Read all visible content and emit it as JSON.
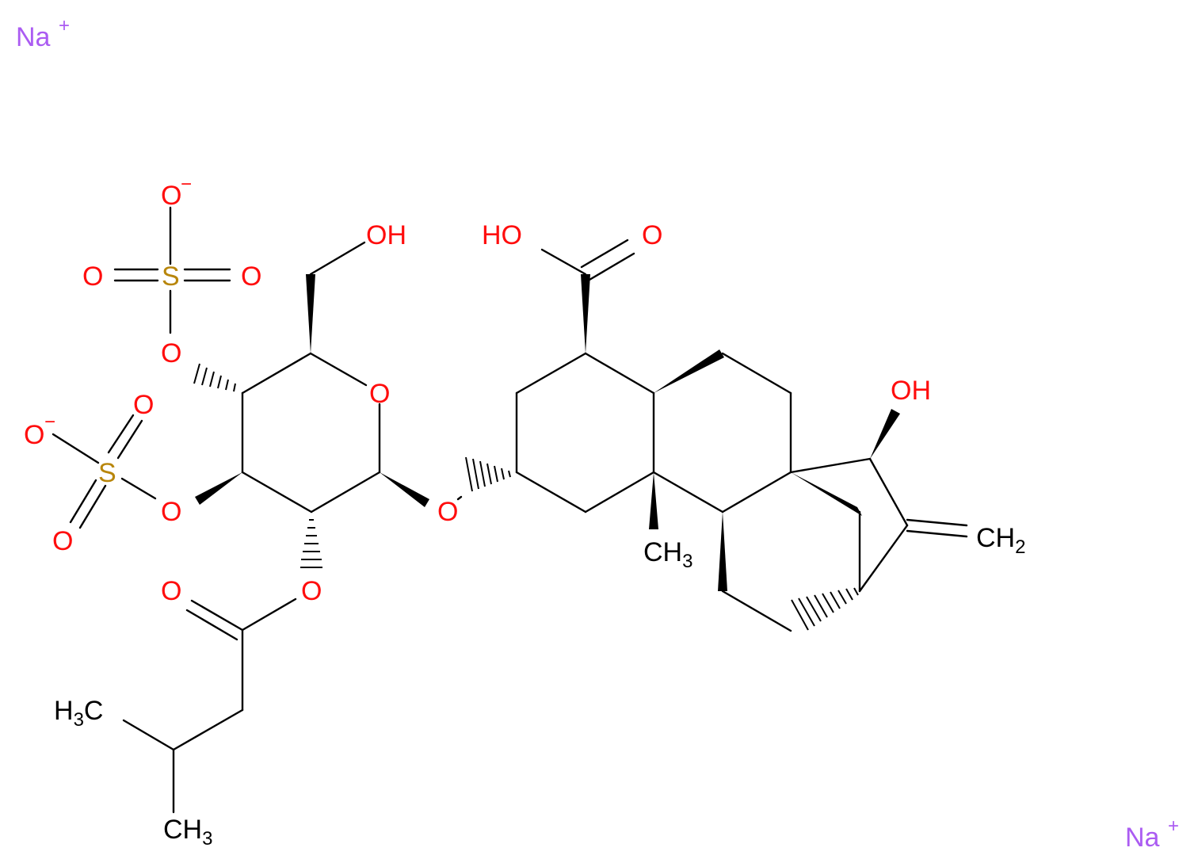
{
  "colors": {
    "oxygen": "#ff0d0d",
    "sulfur": "#b8860b",
    "sodium": "#ab5cf2",
    "carbon": "#000000"
  },
  "ions": {
    "na_top": {
      "symbol": "Na",
      "charge": "+"
    },
    "na_bottom": {
      "symbol": "Na",
      "charge": "+"
    }
  },
  "atoms": {
    "sulfate1_o_minus": {
      "symbol": "O",
      "charge": "−"
    },
    "sulfate1_o_left": "O",
    "sulfate1_s": "S",
    "sulfate1_o_right": "O",
    "sulfate1_o_bridge": "O",
    "sulfate2_o_minus": {
      "symbol": "O",
      "charge": "−"
    },
    "sulfate2_o_top": "O",
    "sulfate2_s": "S",
    "sulfate2_o_bottom": "O",
    "sulfate2_o_bridge": "O",
    "ch2oh": "OH",
    "ring_o": "O",
    "glycosidic_o": "O",
    "ester_o_single": "O",
    "ester_o_double": "O",
    "h3c_left": {
      "main": "H",
      "sub": "3",
      "tail": "C"
    },
    "ch3_bottom": {
      "main": "CH",
      "sub": "3"
    },
    "ch3_methyl": {
      "main": "CH",
      "sub": "3"
    },
    "cooh_oh": "HO",
    "cooh_o": "O",
    "oh_right": "OH",
    "ch2_methylene": {
      "main": "CH",
      "sub": "2"
    }
  }
}
